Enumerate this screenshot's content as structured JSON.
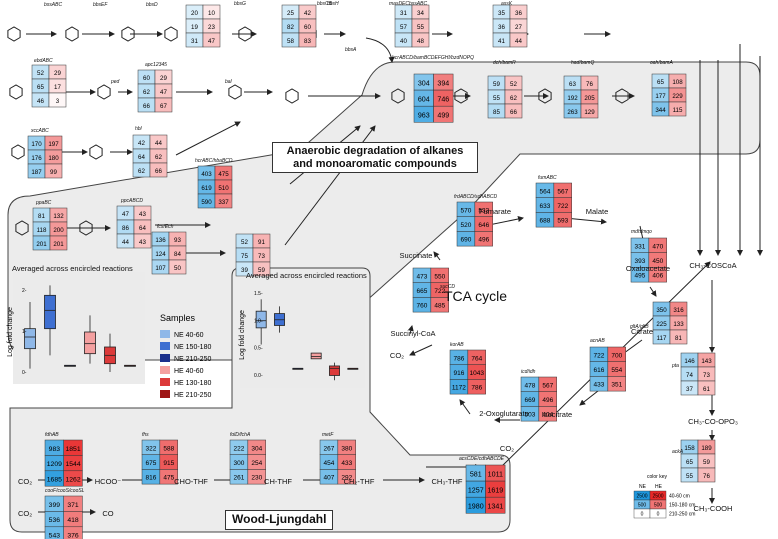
{
  "titles": {
    "anaerobic": "Anaerobic degradation of alkanes and monoaromatic compounds",
    "tca": "TCA cycle",
    "wood": "Wood-Ljungdahl",
    "avg_left": "Averaged across encircled reactions",
    "avg_right": "Averaged across encircled reactions"
  },
  "samples_legend": {
    "title": "Samples",
    "items": [
      {
        "label": "NE 40-60",
        "color": "#8fb8e8"
      },
      {
        "label": "NE 150-180",
        "color": "#3e6fd1"
      },
      {
        "label": "NE 210-250",
        "color": "#1a2f8c"
      },
      {
        "label": "HE 40-60",
        "color": "#f4a0a0"
      },
      {
        "label": "HE 130-180",
        "color": "#dc3a3a"
      },
      {
        "label": "HE 210-250",
        "color": "#9e1515"
      }
    ]
  },
  "color_key": {
    "title": "color key",
    "ne": "NE",
    "he": "HE",
    "rows": [
      {
        "ne": "2500",
        "he": "2500",
        "label": "40-60 cm"
      },
      {
        "ne": "500",
        "he": "500",
        "label": "150-180 cm"
      },
      {
        "ne": "0",
        "he": "0",
        "label": "210-250 cm"
      }
    ]
  },
  "metabolites": {
    "fumarate": "Fumarate",
    "malate": "Malate",
    "oxaloacetate": "Oxaloacetate",
    "succinate": "Succinate",
    "succinyl_coa": "Succinyl-CoA",
    "oxoglutarate": "2-Oxoglutarate",
    "isocitrate": "Isocitrate",
    "citrate": "Citrate",
    "acetyl_coa": "CH₃-COSCoA",
    "acetyl_phosphate": "CH₃-CO-OPO₃",
    "acetate": "CH₃-COOH",
    "co2_1": "CO₂",
    "co2_2": "CO₂",
    "co2_wl1": "CO₂",
    "co2_wl2": "CO₂",
    "formate": "HCOO⁻",
    "cho_thf": "CHO-THF",
    "ch_thf": "CH-THF",
    "ch2_thf": "CH₂-THF",
    "ch3_thf": "CH₃-THF",
    "co": "CO"
  },
  "genes": {
    "bss": "bssABC",
    "bbs_ef": "bbsEF",
    "bbs_d": "bbsD",
    "bbs_cb": "bbsCB",
    "bbs_a": "bbsA",
    "bbs_g": "bbsG",
    "bbs_h": "bbsH",
    "mas": "masDECbssABC",
    "ass_k": "assK",
    "ebd": "ebdABC",
    "ped": "ped",
    "apc": "apc12345",
    "bal": "bal",
    "bcr": "bcrABCD/bamBCDEFGHI/bzdNOPQ",
    "dch": "dch/bamR",
    "had": "had/bamQ",
    "oah": "oah/bamA",
    "xcc": "xccABC",
    "hbl": "hbl",
    "hcr": "hcrABC/hbaBCD",
    "ppa": "ppaBC",
    "ppc": "ppcABCD",
    "fcs": "fcs/Ech",
    "sdh": "frdABCD/sdhABCD",
    "fum": "fumABC",
    "mdh": "mdh/mqo",
    "glt": "gltA/gltB",
    "acn": "acnAB",
    "icd": "icd/idh",
    "kor": "korAB",
    "suc": "sucCD",
    "pta": "pta",
    "ack": "ackA",
    "fdh": "fdhAB",
    "fhs": "fhs",
    "fold": "folD/fchA",
    "met": "metF",
    "acs": "acsCDE/cdhABCDE",
    "coo": "cooF/cooS/cooSL"
  },
  "tables": [
    {
      "id": "t-bbsf",
      "gene": "bbsF",
      "rows": [
        [
          "20",
          "10"
        ],
        [
          "19",
          "23"
        ],
        [
          "31",
          "47"
        ]
      ]
    },
    {
      "id": "t-bbsd",
      "gene": "bbsD",
      "rows": [
        [
          "25",
          "42"
        ],
        [
          "82",
          "60"
        ],
        [
          "58",
          "83"
        ]
      ]
    },
    {
      "id": "t-mas",
      "gene": "masD",
      "rows": [
        [
          "31",
          "34"
        ],
        [
          "57",
          "55"
        ],
        [
          "40",
          "48"
        ]
      ]
    },
    {
      "id": "t-assk",
      "gene": "assK",
      "rows": [
        [
          "35",
          "36"
        ],
        [
          "36",
          "27"
        ],
        [
          "41",
          "44"
        ]
      ]
    },
    {
      "id": "t-ebd",
      "gene": "ebd",
      "rows": [
        [
          "52",
          "29"
        ],
        [
          "65",
          "17"
        ],
        [
          "46",
          "3"
        ]
      ]
    },
    {
      "id": "t-apc",
      "gene": "apc",
      "rows": [
        [
          "60",
          "29"
        ],
        [
          "62",
          "47"
        ],
        [
          "66",
          "67"
        ]
      ]
    },
    {
      "id": "t-bcr",
      "gene": "bcr",
      "rows": [
        [
          "304",
          "394"
        ],
        [
          "604",
          "746"
        ],
        [
          "963",
          "499"
        ]
      ]
    },
    {
      "id": "t-dch",
      "gene": "dch",
      "rows": [
        [
          "59",
          "52"
        ],
        [
          "55",
          "62"
        ],
        [
          "85",
          "66"
        ]
      ]
    },
    {
      "id": "t-had",
      "gene": "had",
      "rows": [
        [
          "63",
          "76"
        ],
        [
          "192",
          "205"
        ],
        [
          "263",
          "129"
        ]
      ]
    },
    {
      "id": "t-oah",
      "gene": "oah",
      "rows": [
        [
          "65",
          "108"
        ],
        [
          "177",
          "229"
        ],
        [
          "344",
          "115"
        ]
      ]
    },
    {
      "id": "t-xcc",
      "gene": "xcc",
      "rows": [
        [
          "170",
          "197"
        ],
        [
          "176",
          "180"
        ],
        [
          "187",
          "99"
        ]
      ]
    },
    {
      "id": "t-hbl",
      "gene": "hbl",
      "rows": [
        [
          "42",
          "44"
        ],
        [
          "64",
          "62"
        ],
        [
          "62",
          "66"
        ]
      ]
    },
    {
      "id": "t-hcr",
      "gene": "hcr",
      "rows": [
        [
          "403",
          "475"
        ],
        [
          "619",
          "510"
        ],
        [
          "590",
          "337"
        ]
      ]
    },
    {
      "id": "t-ppa",
      "gene": "ppa",
      "rows": [
        [
          "81",
          "132"
        ],
        [
          "118",
          "200"
        ],
        [
          "201",
          "201"
        ]
      ]
    },
    {
      "id": "t-ppc",
      "gene": "ppc",
      "rows": [
        [
          "47",
          "43"
        ],
        [
          "86",
          "64"
        ],
        [
          "44",
          "43"
        ]
      ]
    },
    {
      "id": "t-fcs",
      "gene": "fcs",
      "rows": [
        [
          "136",
          "93"
        ],
        [
          "124",
          "84"
        ],
        [
          "107",
          "50"
        ]
      ]
    },
    {
      "id": "t-hbaa",
      "gene": "hbaA",
      "rows": [
        [
          "52",
          "91"
        ],
        [
          "75",
          "73"
        ],
        [
          "39",
          "59"
        ]
      ]
    },
    {
      "id": "t-sdh",
      "gene": "sdh",
      "rows": [
        [
          "570",
          "533"
        ],
        [
          "520",
          "646"
        ],
        [
          "690",
          "496"
        ]
      ]
    },
    {
      "id": "t-fum",
      "gene": "fum",
      "rows": [
        [
          "564",
          "567"
        ],
        [
          "633",
          "722"
        ],
        [
          "688",
          "593"
        ]
      ]
    },
    {
      "id": "t-mdh",
      "gene": "mdh",
      "rows": [
        [
          "331",
          "470"
        ],
        [
          "393",
          "450"
        ],
        [
          "495",
          "406"
        ]
      ]
    },
    {
      "id": "t-suc",
      "gene": "suc",
      "rows": [
        [
          "473",
          "550"
        ],
        [
          "665",
          "722"
        ],
        [
          "760",
          "485"
        ]
      ]
    },
    {
      "id": "t-glt",
      "gene": "glt",
      "rows": [
        [
          "350",
          "316"
        ],
        [
          "225",
          "133"
        ],
        [
          "117",
          "81"
        ]
      ]
    },
    {
      "id": "t-kor",
      "gene": "kor",
      "rows": [
        [
          "786",
          "764"
        ],
        [
          "916",
          "1043"
        ],
        [
          "1172",
          "786"
        ]
      ]
    },
    {
      "id": "t-acn",
      "gene": "acn",
      "rows": [
        [
          "722",
          "700"
        ],
        [
          "616",
          "554"
        ],
        [
          "433",
          "351"
        ]
      ]
    },
    {
      "id": "t-icd",
      "gene": "icd",
      "rows": [
        [
          "478",
          "567"
        ],
        [
          "669",
          "496"
        ],
        [
          "503",
          "404"
        ]
      ]
    },
    {
      "id": "t-pta",
      "gene": "pta",
      "rows": [
        [
          "146",
          "143"
        ],
        [
          "74",
          "73"
        ],
        [
          "37",
          "61"
        ]
      ]
    },
    {
      "id": "t-ack",
      "gene": "ack",
      "rows": [
        [
          "158",
          "189"
        ],
        [
          "65",
          "59"
        ],
        [
          "55",
          "76"
        ]
      ]
    },
    {
      "id": "t-fdh",
      "gene": "fdh",
      "rows": [
        [
          "983",
          "1851"
        ],
        [
          "1209",
          "1544"
        ],
        [
          "1685",
          "1262"
        ]
      ]
    },
    {
      "id": "t-fhs",
      "gene": "fhs",
      "rows": [
        [
          "322",
          "588"
        ],
        [
          "675",
          "915"
        ],
        [
          "816",
          "475"
        ]
      ]
    },
    {
      "id": "t-fold",
      "gene": "fold",
      "rows": [
        [
          "222",
          "304"
        ],
        [
          "300",
          "254"
        ],
        [
          "261",
          "230"
        ]
      ]
    },
    {
      "id": "t-met",
      "gene": "met",
      "rows": [
        [
          "267",
          "380"
        ],
        [
          "454",
          "433"
        ],
        [
          "407",
          "292"
        ]
      ]
    },
    {
      "id": "t-acs",
      "gene": "acs",
      "rows": [
        [
          "581",
          "1011"
        ],
        [
          "1257",
          "1619"
        ],
        [
          "1980",
          "1341"
        ]
      ]
    },
    {
      "id": "t-coo",
      "gene": "coo",
      "rows": [
        [
          "399",
          "371"
        ],
        [
          "536",
          "418"
        ],
        [
          "543",
          "376"
        ]
      ]
    }
  ],
  "plots": [
    {
      "id": "left",
      "ylabel": "Log fold change",
      "ticks": [
        "2-",
        "1-",
        "0-"
      ],
      "ylim": [
        -0.5,
        2.5
      ],
      "boxes": [
        {
          "sample": "NE 40-60",
          "q1": 0.5,
          "median": 0.85,
          "q3": 1.1,
          "min": -0.1,
          "max": 1.9
        },
        {
          "sample": "NE 150-180",
          "q1": 1.1,
          "median": 1.65,
          "q3": 2.1,
          "min": 0.3,
          "max": 2.4
        },
        {
          "sample": "NE 210-250",
          "q1": 0,
          "median": 0,
          "q3": 0,
          "min": 0,
          "max": 0
        },
        {
          "sample": "HE 40-60",
          "q1": 0.35,
          "median": 0.65,
          "q3": 1.0,
          "min": 0.05,
          "max": 1.5
        },
        {
          "sample": "HE 130-180",
          "q1": 0.05,
          "median": 0.3,
          "q3": 0.55,
          "min": -0.2,
          "max": 0.95
        },
        {
          "sample": "HE 210-250",
          "q1": 0,
          "median": 0,
          "q3": 0,
          "min": 0,
          "max": 0
        }
      ]
    },
    {
      "id": "right",
      "ylabel": "Log fold change",
      "ticks": [
        "1.5-",
        "1.0-",
        "0.5-",
        "0.0-"
      ],
      "ylim": [
        -0.35,
        1.75
      ],
      "boxes": [
        {
          "sample": "NE 40-60",
          "q1": 0.85,
          "median": 1.0,
          "q3": 1.2,
          "min": 0.5,
          "max": 1.45
        },
        {
          "sample": "NE 150-180",
          "q1": 0.9,
          "median": 1.02,
          "q3": 1.15,
          "min": 0.75,
          "max": 1.3
        },
        {
          "sample": "NE 210-250",
          "q1": 0,
          "median": 0,
          "q3": 0,
          "min": 0,
          "max": 0
        },
        {
          "sample": "HE 40-60",
          "q1": 0.2,
          "median": 0.25,
          "q3": 0.32,
          "min": 0.2,
          "max": 0.32
        },
        {
          "sample": "HE 130-180",
          "q1": -0.15,
          "median": 0.0,
          "q3": 0.05,
          "min": -0.25,
          "max": 0.12
        },
        {
          "sample": "HE 210-250",
          "q1": 0,
          "median": 0,
          "q3": 0,
          "min": 0,
          "max": 0
        }
      ]
    }
  ]
}
